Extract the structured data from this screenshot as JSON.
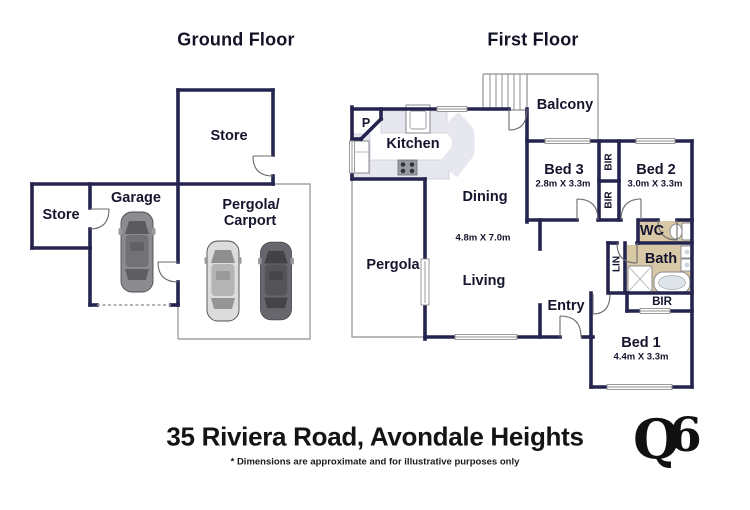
{
  "ground_floor": {
    "title": "Ground Floor",
    "labels": {
      "store_top": "Store",
      "garage": "Garage",
      "store_left": "Store",
      "pergola_carport_line1": "Pergola/",
      "pergola_carport_line2": "Carport"
    }
  },
  "first_floor": {
    "title": "First Floor",
    "labels": {
      "balcony": "Balcony",
      "pantry": "P",
      "kitchen": "Kitchen",
      "dining": "Dining",
      "living": "Living",
      "living_dining_dims": "4.8m X 7.0m",
      "pergola": "Pergola",
      "entry": "Entry",
      "bed3": {
        "name": "Bed 3",
        "dims": "2.8m X 3.3m"
      },
      "bed2": {
        "name": "Bed 2",
        "dims": "3.0m X 3.3m"
      },
      "bed1": {
        "name": "Bed 1",
        "dims": "4.4m X 3.3m"
      },
      "bir_top": "BIR",
      "bir_mid": "BIR",
      "bir_bed1": "BIR",
      "wc": "WC",
      "lin": "LIN",
      "bath": "Bath"
    }
  },
  "footer": {
    "address": "35 Riviera Road, Avondale Heights",
    "disclaimer": "* Dimensions are approximate and for illustrative purposes only",
    "logo": "Q6",
    "logo_q": "Q",
    "logo_six": "6"
  },
  "colors": {
    "wall": "#24244f",
    "wet_floor": "#d9c8a6",
    "counter": "#e7e7ef",
    "outline": "#8f8f8f"
  }
}
